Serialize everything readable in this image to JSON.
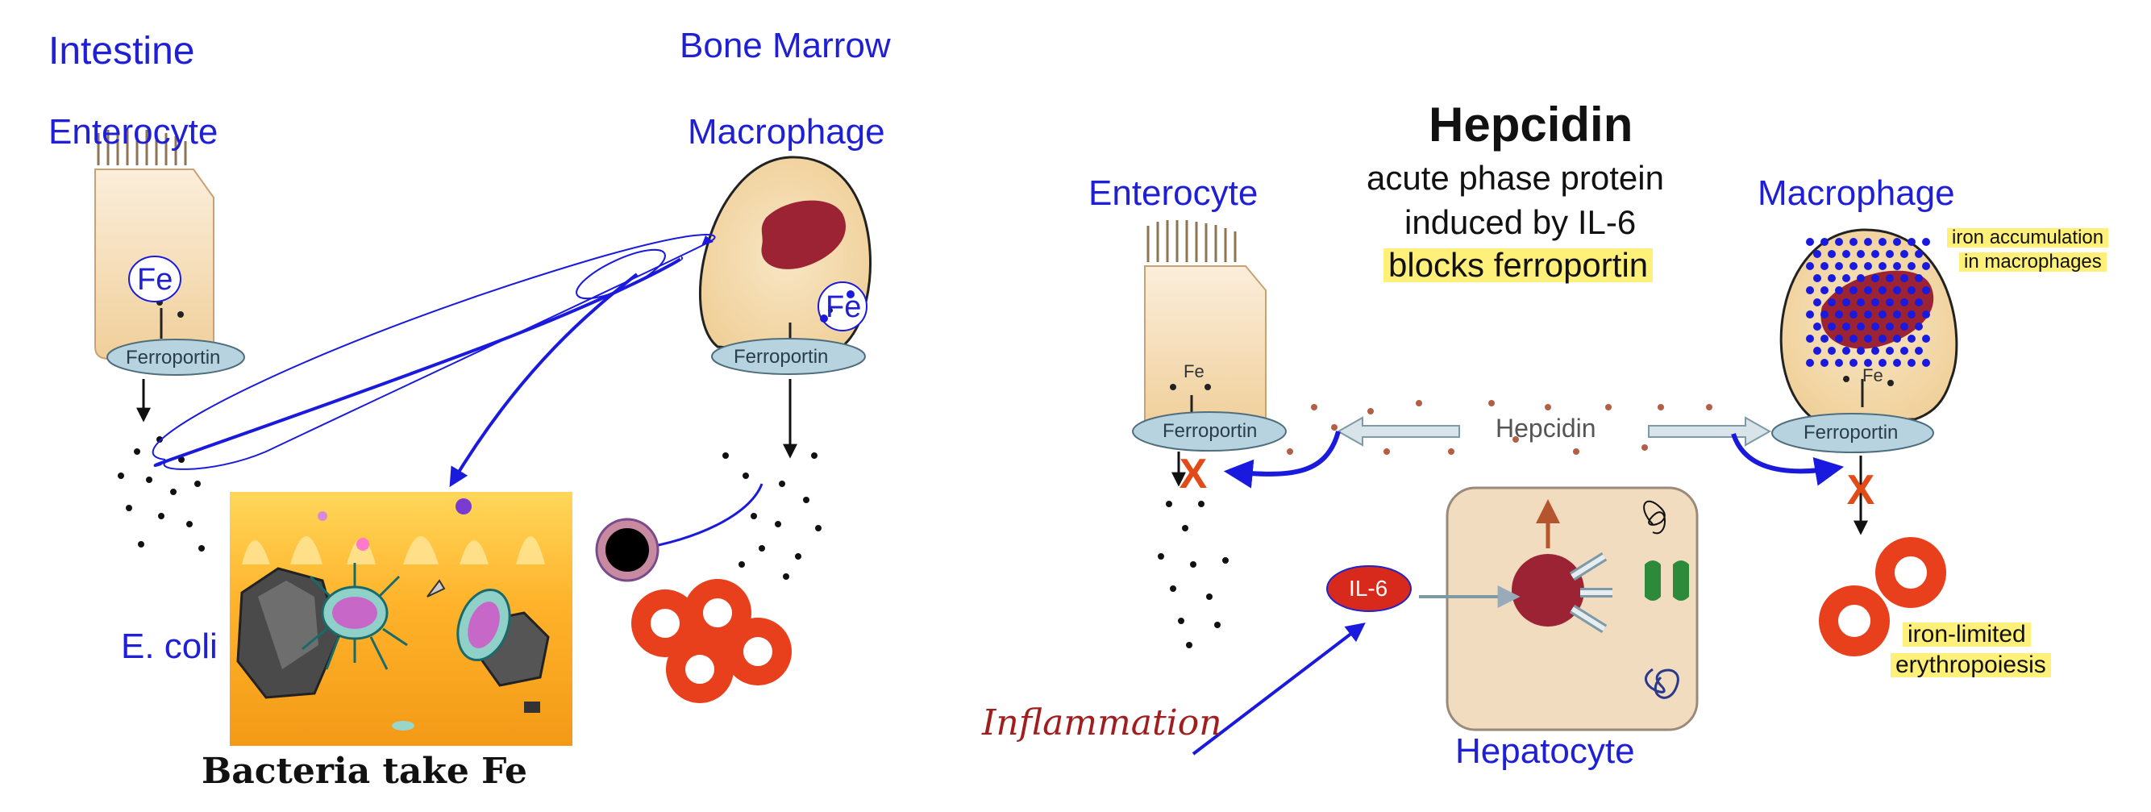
{
  "left_panel": {
    "intestine_label": "Intestine",
    "bone_marrow_label": "Bone Marrow",
    "enterocyte_label": "Enterocyte",
    "macrophage_label": "Macrophage",
    "fe_label_enterocyte": "Fe",
    "fe_label_macrophage": "Fe",
    "ferroportin_enterocyte": "Ferroportin",
    "ferroportin_macrophage": "Ferroportin",
    "ecoli_label": "E. coli",
    "handwritten_caption": "Bacteria take Fe"
  },
  "right_panel": {
    "title": "Hepcidin",
    "subtitle_line1": "acute phase protein",
    "subtitle_line2": "induced by IL-6",
    "subtitle_line3": "blocks ferroportin",
    "enterocyte_label": "Enterocyte",
    "macrophage_label": "Macrophage",
    "hepcidin_label": "Hepcidin",
    "ferroportin_enterocyte": "Ferroportin",
    "ferroportin_macrophage": "Ferroportin",
    "fe_small_enterocyte": "Fe",
    "fe_small_macrophage": "Fe",
    "il6_label": "IL-6",
    "hepatocyte_label": "Hepatocyte",
    "inflammation_label": "Inflammation",
    "iron_accumulation_line1": "iron accumulation",
    "iron_accumulation_line2": "in macrophages",
    "iron_limited_line1": "iron-limited",
    "iron_limited_line2": "erythropoiesis",
    "block_mark": "X"
  },
  "colors": {
    "label_blue": "#1f1fd6",
    "arrow_blue": "#1a1adf",
    "rbc_red": "#e8401c",
    "highlight_yellow": "#fff07a",
    "cell_beige": "#f5dcb0",
    "nucleus": "#9b2333",
    "ferroportin_fill": "#b7d3df",
    "inflammation_red": "#a01e1e"
  }
}
